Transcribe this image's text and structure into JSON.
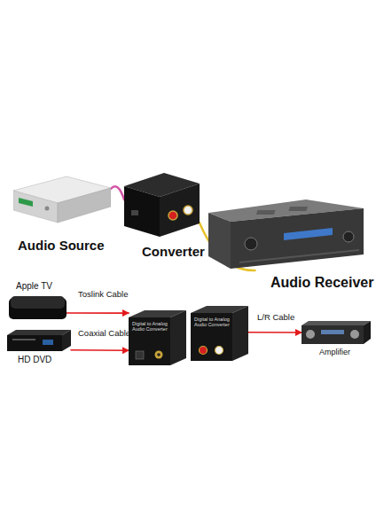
{
  "diagram": {
    "nodes": [
      {
        "text": [
          "Audio Source"
        ]
      },
      {
        "text": [
          "Converter"
        ]
      },
      {
        "text": [
          "Audio Receiver"
        ]
      },
      {
        "text": [
          "Apple TV"
        ]
      },
      {
        "text": [
          "HD DVD"
        ]
      },
      {
        "text": [
          "Digital to Analog Audio Converter"
        ]
      },
      {
        "text": [
          "Digital to Analog Audio Converter"
        ]
      },
      {
        "text": [
          "Amplifier"
        ]
      }
    ],
    "edges": [
      {
        "from": 0,
        "to": 1,
        "arrow": "none"
      },
      {
        "from": 1,
        "to": 2,
        "arrow": "none"
      },
      {
        "from": 3,
        "to": 5,
        "label": "Toslink Cable",
        "arrow": "to"
      },
      {
        "from": 4,
        "to": 5,
        "label": "Coaxial Cable",
        "arrow": "to"
      },
      {
        "from": 6,
        "to": 7,
        "label": "L/R Cable",
        "arrow": "to"
      }
    ]
  }
}
